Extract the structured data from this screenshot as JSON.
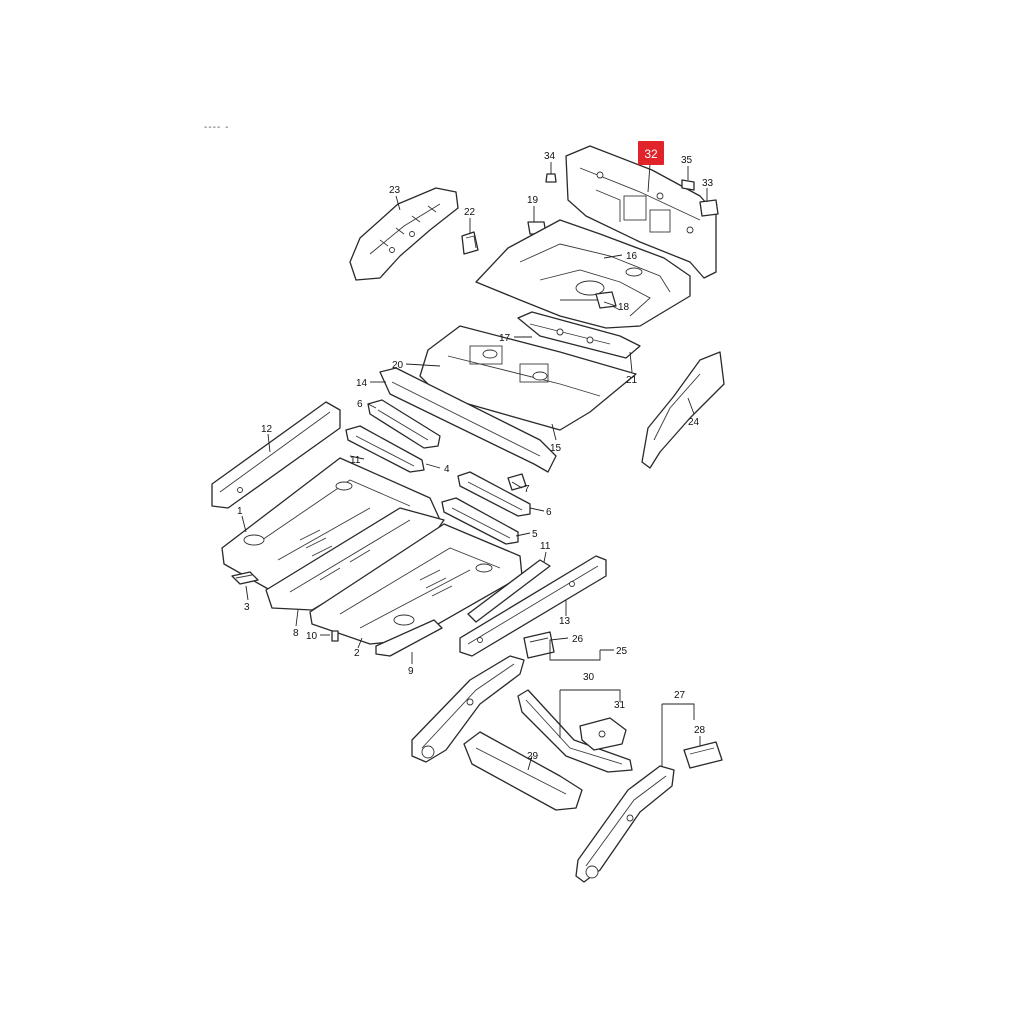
{
  "header_fragment": "---- -",
  "highlighted_part": "32",
  "callouts": [
    {
      "id": "c1",
      "text": "1"
    },
    {
      "id": "c2",
      "text": "2"
    },
    {
      "id": "c3",
      "text": "3"
    },
    {
      "id": "c4",
      "text": "4"
    },
    {
      "id": "c5",
      "text": "5"
    },
    {
      "id": "c6a",
      "text": "6"
    },
    {
      "id": "c6b",
      "text": "6"
    },
    {
      "id": "c7",
      "text": "7"
    },
    {
      "id": "c8",
      "text": "8"
    },
    {
      "id": "c9",
      "text": "9"
    },
    {
      "id": "c10",
      "text": "10"
    },
    {
      "id": "c11a",
      "text": "11"
    },
    {
      "id": "c11b",
      "text": "11"
    },
    {
      "id": "c12",
      "text": "12"
    },
    {
      "id": "c13",
      "text": "13"
    },
    {
      "id": "c14",
      "text": "14"
    },
    {
      "id": "c15",
      "text": "15"
    },
    {
      "id": "c16",
      "text": "16"
    },
    {
      "id": "c17",
      "text": "17"
    },
    {
      "id": "c18",
      "text": "18"
    },
    {
      "id": "c19",
      "text": "19"
    },
    {
      "id": "c20",
      "text": "20"
    },
    {
      "id": "c21",
      "text": "21"
    },
    {
      "id": "c22",
      "text": "22"
    },
    {
      "id": "c23",
      "text": "23"
    },
    {
      "id": "c24",
      "text": "24"
    },
    {
      "id": "c25",
      "text": "25"
    },
    {
      "id": "c26",
      "text": "26"
    },
    {
      "id": "c27",
      "text": "27"
    },
    {
      "id": "c28",
      "text": "28"
    },
    {
      "id": "c29",
      "text": "29"
    },
    {
      "id": "c30",
      "text": "30"
    },
    {
      "id": "c31",
      "text": "31"
    },
    {
      "id": "c33",
      "text": "33"
    },
    {
      "id": "c34",
      "text": "34"
    },
    {
      "id": "c35",
      "text": "35"
    }
  ]
}
